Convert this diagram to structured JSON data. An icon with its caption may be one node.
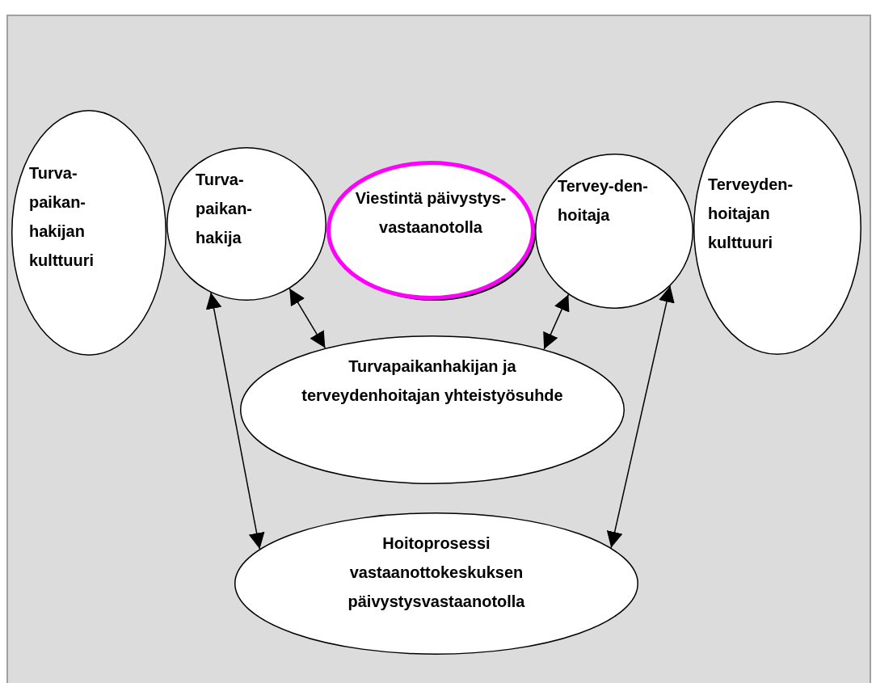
{
  "diagram": {
    "nodes": [
      {
        "text": [
          "Turva-paikan-hakijan kulttuuri"
        ]
      },
      {
        "text": [
          "Turva-paikan-hakija"
        ]
      },
      {
        "text": [
          "Viestintä päivystys-vastaanotolla"
        ]
      },
      {
        "text": [
          "Tervey-den-hoitaja"
        ]
      },
      {
        "text": [
          "Terveyden-hoitajan kulttuuri"
        ]
      },
      {
        "text": [
          "Turvapaikanhakijan ja terveydenhoitajan yhteistyösuhde"
        ]
      },
      {
        "text": [
          "Hoitoprosessi vastaanottokeskuksen päivystysvastaanotolla"
        ]
      }
    ],
    "edges": [
      {
        "from": 1,
        "to": 6,
        "arrow": "both"
      },
      {
        "from": 1,
        "to": 5,
        "arrow": "both"
      },
      {
        "from": 3,
        "to": 5,
        "arrow": "both"
      },
      {
        "from": 3,
        "to": 6,
        "arrow": "both"
      }
    ]
  }
}
